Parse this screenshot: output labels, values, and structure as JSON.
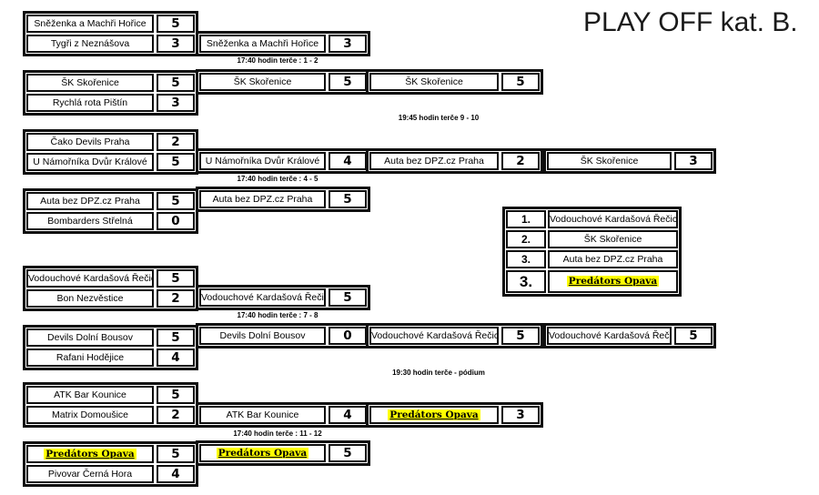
{
  "title": "PLAY OFF kat. B.",
  "highlight_color": "#ffff00",
  "highlighted_team": "Predátors Opava",
  "schedule_labels": [
    "17:40 hodin terče : 1 - 2",
    "19:45 hodin terče 9 - 10",
    "17:40 hodin terče : 4 - 5",
    "17:40 hodin terče : 7 - 8",
    "19:30 hodin terče - pódium",
    "17:40 hodin terče : 11 - 12"
  ],
  "bracket": {
    "round1": [
      {
        "team_a": "Sněženka a Machři Hořice",
        "score_a": "5",
        "team_b": "Tygři z Neznášova",
        "score_b": "3"
      },
      {
        "team_a": "ŠK Skořenice",
        "score_a": "5",
        "team_b": "Rychlá rota Pištín",
        "score_b": "3"
      },
      {
        "team_a": "Čako Devils Praha",
        "score_a": "2",
        "team_b": "U Námořníka Dvůr Králové",
        "score_b": "5"
      },
      {
        "team_a": "Auta bez DPZ.cz Praha",
        "score_a": "5",
        "team_b": "Bombarders Střelná",
        "score_b": "0"
      },
      {
        "team_a": "Vodouchové Kardašová Řečice",
        "score_a": "5",
        "team_b": "Bon Nezvěstice",
        "score_b": "2"
      },
      {
        "team_a": "Devils Dolní Bousov",
        "score_a": "5",
        "team_b": "Rafani Hodějice",
        "score_b": "4"
      },
      {
        "team_a": "ATK Bar Kounice",
        "score_a": "5",
        "team_b": "Matrix Domoušice",
        "score_b": "2"
      },
      {
        "team_a": "Predátors Opava",
        "score_a": "5",
        "team_b": "Pivovar Černá Hora",
        "score_b": "4"
      }
    ],
    "round2": [
      {
        "team": "Sněženka a Machři Hořice",
        "score": "3"
      },
      {
        "team": "ŠK Skořenice",
        "score": "5"
      },
      {
        "team": "U Námořníka Dvůr Králové",
        "score": "4"
      },
      {
        "team": "Auta bez DPZ.cz Praha",
        "score": "5"
      },
      {
        "team": "Vodouchové Kardašová Řečice",
        "score": "5"
      },
      {
        "team": "Devils Dolní Bousov",
        "score": "0"
      },
      {
        "team": "ATK Bar Kounice",
        "score": "4"
      },
      {
        "team": "Predátors Opava",
        "score": "5"
      }
    ],
    "round3": [
      {
        "team": "ŠK Skořenice",
        "score": "5"
      },
      {
        "team": "Auta bez DPZ.cz Praha",
        "score": "2"
      },
      {
        "team": "Vodouchové Kardašová Řečice",
        "score": "5"
      },
      {
        "team": "Predátors Opava",
        "score": "3"
      }
    ],
    "round4": [
      {
        "team": "ŠK Skořenice",
        "score": "3"
      },
      {
        "team": "Vodouchové Kardašová Řečice",
        "score": "5"
      }
    ]
  },
  "standings": {
    "rows": [
      {
        "rank": "1.",
        "team": "Vodouchové Kardašová Řečice"
      },
      {
        "rank": "2.",
        "team": "ŠK Skořenice"
      },
      {
        "rank": "3.",
        "team": "Auta bez DPZ.cz Praha"
      },
      {
        "rank": "3.",
        "team": "Predátors Opava"
      }
    ]
  }
}
